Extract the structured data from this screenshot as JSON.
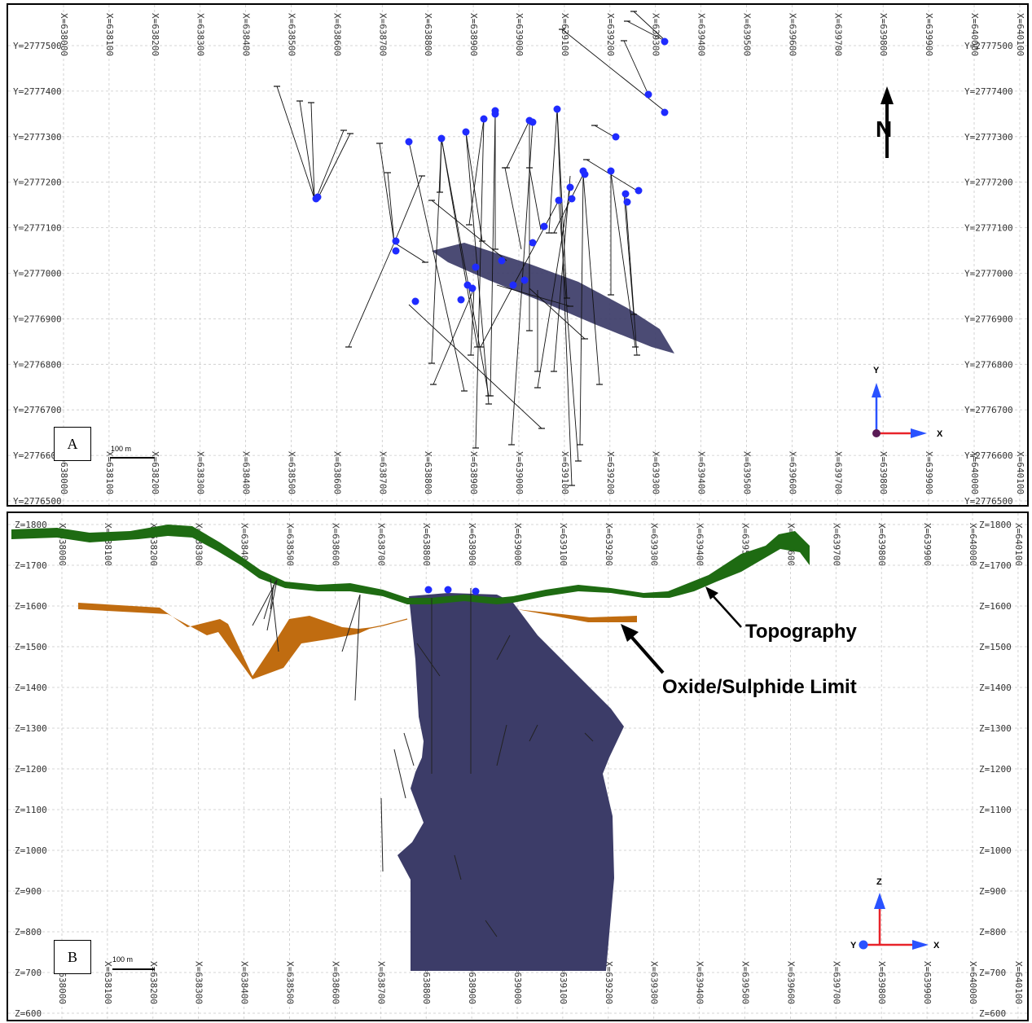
{
  "panel_a": {
    "letter": "A",
    "scale_label": "100 m",
    "x_labels": [
      "X=638000",
      "X=638100",
      "X=638200",
      "X=638300",
      "X=638400",
      "X=638500",
      "X=638600",
      "X=638700",
      "X=638800",
      "X=638900",
      "X=639000",
      "X=639100",
      "X=639200",
      "X=639300",
      "X=639400",
      "X=639500",
      "X=639600",
      "X=639700",
      "X=639800",
      "X=639900",
      "X=640000",
      "X=640100"
    ],
    "y_labels": [
      "Y=2777500",
      "Y=2777400",
      "Y=2777300",
      "Y=2777200",
      "Y=2777100",
      "Y=2777000",
      "Y=2776900",
      "Y=2776800",
      "Y=2776700",
      "Y=2776600",
      "Y=2776500"
    ],
    "north_label": "N",
    "axis_x": "X",
    "axis_y": "Y"
  },
  "panel_b": {
    "letter": "B",
    "scale_label": "100 m",
    "x_labels": [
      "X=638000",
      "X=638100",
      "X=638200",
      "X=638300",
      "X=638400",
      "X=638500",
      "X=638600",
      "X=638700",
      "X=638800",
      "X=638900",
      "X=639000",
      "X=639100",
      "X=639200",
      "X=639300",
      "X=639400",
      "X=639500",
      "X=639600",
      "X=639700",
      "X=639800",
      "X=639900",
      "X=640000",
      "X=640100"
    ],
    "z_labels": [
      "Z=1800",
      "Z=1700",
      "Z=1600",
      "Z=1500",
      "Z=1400",
      "Z=1300",
      "Z=1200",
      "Z=1100",
      "Z=1000",
      "Z=900",
      "Z=800",
      "Z=700",
      "Z=600"
    ],
    "topography_label": "Topography",
    "oxide_label": "Oxide/Sulphide Limit",
    "axis_x": "X",
    "axis_y": "Y",
    "axis_z": "Z",
    "colors": {
      "topography": "#1e6b12",
      "oxide": "#c06c10",
      "orebody": "#3c3c68",
      "collar": "#1f2bff"
    }
  }
}
